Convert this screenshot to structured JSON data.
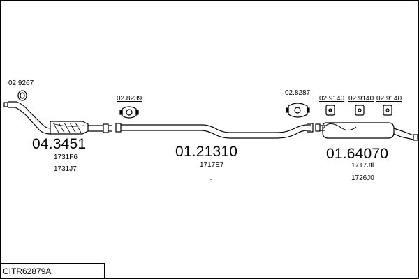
{
  "parts": [
    {
      "id": "front-section",
      "number": "04.3451",
      "refs": [
        "1731F6",
        "1731J7"
      ]
    },
    {
      "id": "middle-pipe",
      "number": "01.21310",
      "refs": [
        "1717E7"
      ]
    },
    {
      "id": "rear-silencer",
      "number": "01.64070",
      "refs": [
        "1717Jfl",
        "1726J0"
      ]
    }
  ],
  "accessories": [
    {
      "id": "gasket-ring",
      "number": "02.9267"
    },
    {
      "id": "clamp-front",
      "number": "02.8239"
    },
    {
      "id": "clamp-rear",
      "number": "02.8287"
    },
    {
      "id": "hanger-1",
      "number": "02.9140"
    },
    {
      "id": "hanger-2",
      "number": "02.9140"
    },
    {
      "id": "hanger-3",
      "number": "02.9140"
    }
  ],
  "kit_code": "CITR62879A"
}
